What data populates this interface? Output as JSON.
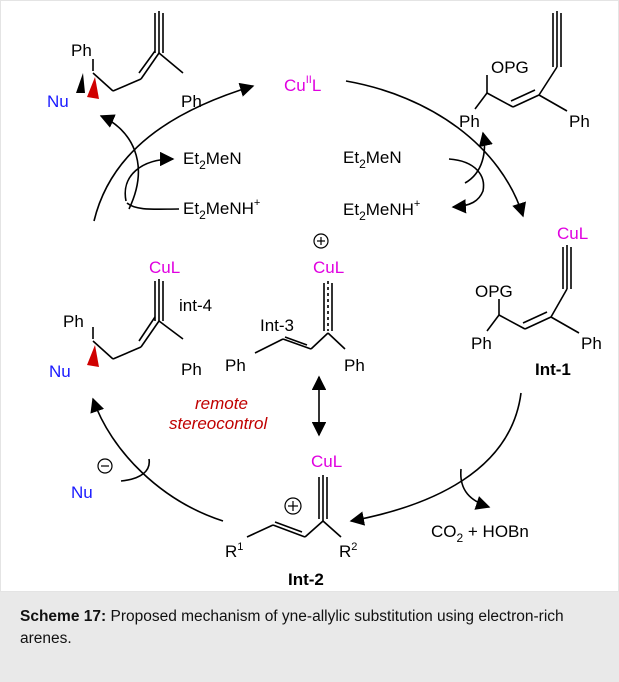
{
  "figure": {
    "labels": {
      "cu_catalyst_base": "Cu",
      "cu_catalyst_ox": "II",
      "cu_catalyst_lig": "L",
      "cul": "CuL",
      "opg": "OPG",
      "ph": "Ph",
      "nu": "Nu",
      "nu_minus": "Nu",
      "et2men_top_left": "Et",
      "et2men_sub": "2",
      "et2men_suffix": "MeN",
      "et2menh_suffix": "MeNH",
      "plus": "+",
      "co2": "CO",
      "co2_sub": "2",
      "co2_suffix": " + HOBn",
      "int1": "Int-1",
      "int2": "Int-2",
      "int3": "Int-3",
      "int4": "int-4",
      "r1": "R",
      "r1_sup": "1",
      "r2": "R",
      "r2_sup": "2",
      "remote": "remote",
      "stereocontrol": "stereocontrol"
    }
  },
  "caption": {
    "label": "Scheme 17:",
    "text": " Proposed mechanism of yne-allylic substitution using electron-rich arenes."
  }
}
